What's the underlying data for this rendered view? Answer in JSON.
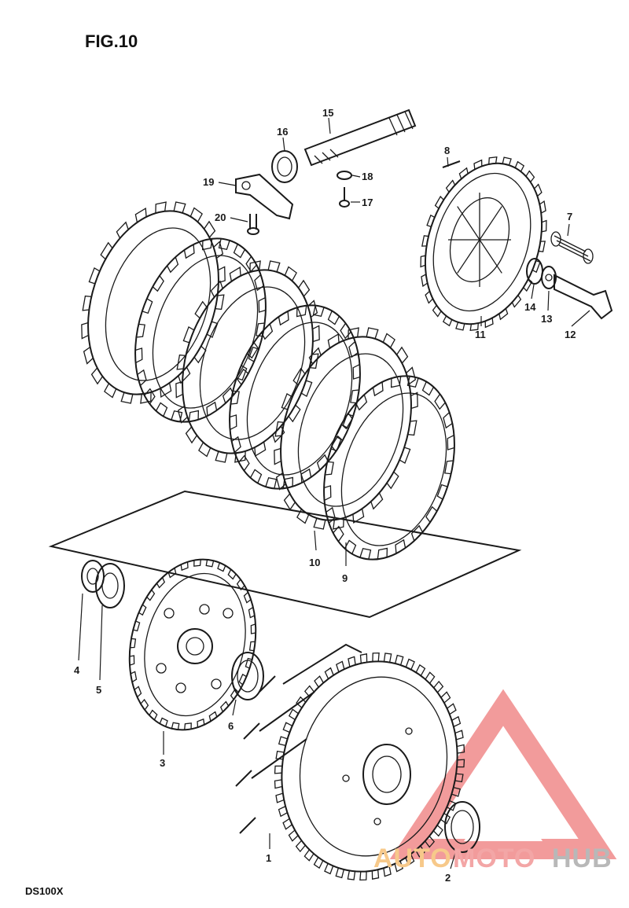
{
  "figure_title": "FIG.10",
  "model_code": "DS100X",
  "watermark": {
    "part1": "AUTO",
    "part2": "MOTO",
    "part3": "HUB",
    "colors": {
      "auto": "#f7c98a",
      "moto": "#f3a6a6",
      "hub": "#b8b8b8",
      "logo": "#f08a8a"
    }
  },
  "part_labels": {
    "p1": "1",
    "p2": "2",
    "p3": "3",
    "p4": "4",
    "p5": "5",
    "p6": "6",
    "p7": "7",
    "p8": "8",
    "p9": "9",
    "p10": "10",
    "p11": "11",
    "p12": "12",
    "p13": "13",
    "p14": "14",
    "p15": "15",
    "p16": "16",
    "p17": "17",
    "p18": "18",
    "p19": "19",
    "p20": "20"
  }
}
